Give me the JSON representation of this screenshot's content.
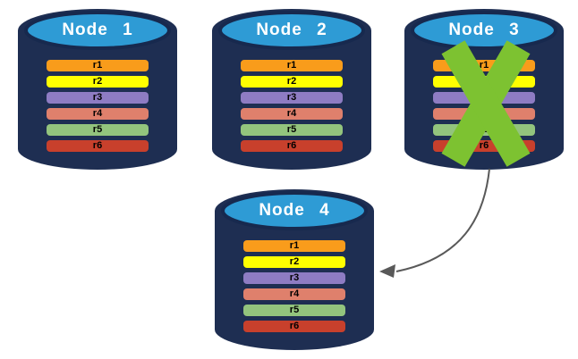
{
  "colors": {
    "background": "#FFFFFF",
    "cylinder_body": "#1E2E52",
    "cylinder_top": "#2E9BD5",
    "ellipse_ring": "#17294E",
    "title_text": "#FFFFFF",
    "row_text": "#000000",
    "failure_x": "#7DC231",
    "arrow": "#595959"
  },
  "icons": {
    "failure_x": "green-x-cross-icon",
    "arrow": "curved-arrow-icon"
  },
  "rows": [
    {
      "label": "r1",
      "color": "#F99C1B"
    },
    {
      "label": "r2",
      "color": "#FFFF00"
    },
    {
      "label": "r3",
      "color": "#8E7CC3"
    },
    {
      "label": "r4",
      "color": "#DF806C"
    },
    {
      "label": "r5",
      "color": "#93C47D"
    },
    {
      "label": "r6",
      "color": "#C8402C"
    }
  ],
  "nodes": [
    {
      "title": "Node 1",
      "failed": false
    },
    {
      "title": "Node 2",
      "failed": false
    },
    {
      "title": "Node 3",
      "failed": true
    },
    {
      "title": "Node 4",
      "failed": false
    }
  ]
}
